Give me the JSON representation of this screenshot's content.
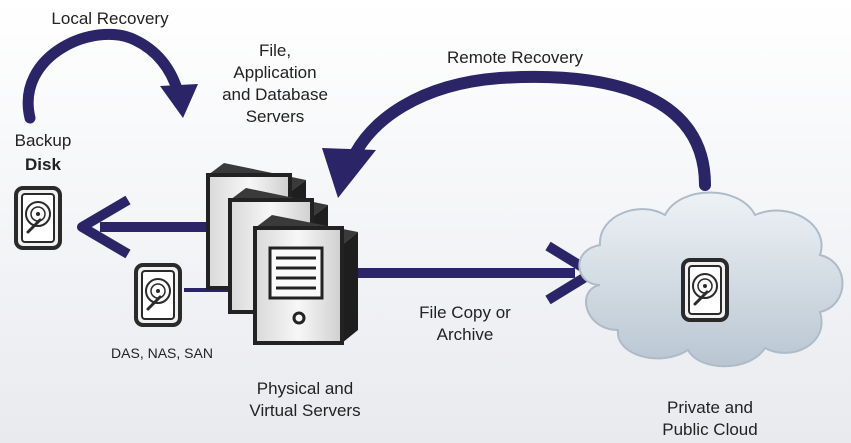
{
  "labels": {
    "local_recovery": "Local Recovery",
    "servers_top": "File,\nApplication\nand Database\nServers",
    "backup": "Backup",
    "disk": "Disk",
    "remote_recovery": "Remote Recovery",
    "das_nas_san": "DAS, NAS, SAN",
    "file_copy": "File Copy or\nArchive",
    "physical_virtual": "Physical and\nVirtual Servers",
    "cloud": "Private and\nPublic Cloud"
  },
  "colors": {
    "arrow": "#2b2466",
    "server_dark": "#2a2a2a",
    "server_light": "#e8e8e8",
    "cloud": "#c9d4de"
  },
  "icons": [
    "hard-disk-icon",
    "server-icon",
    "cloud-icon"
  ]
}
